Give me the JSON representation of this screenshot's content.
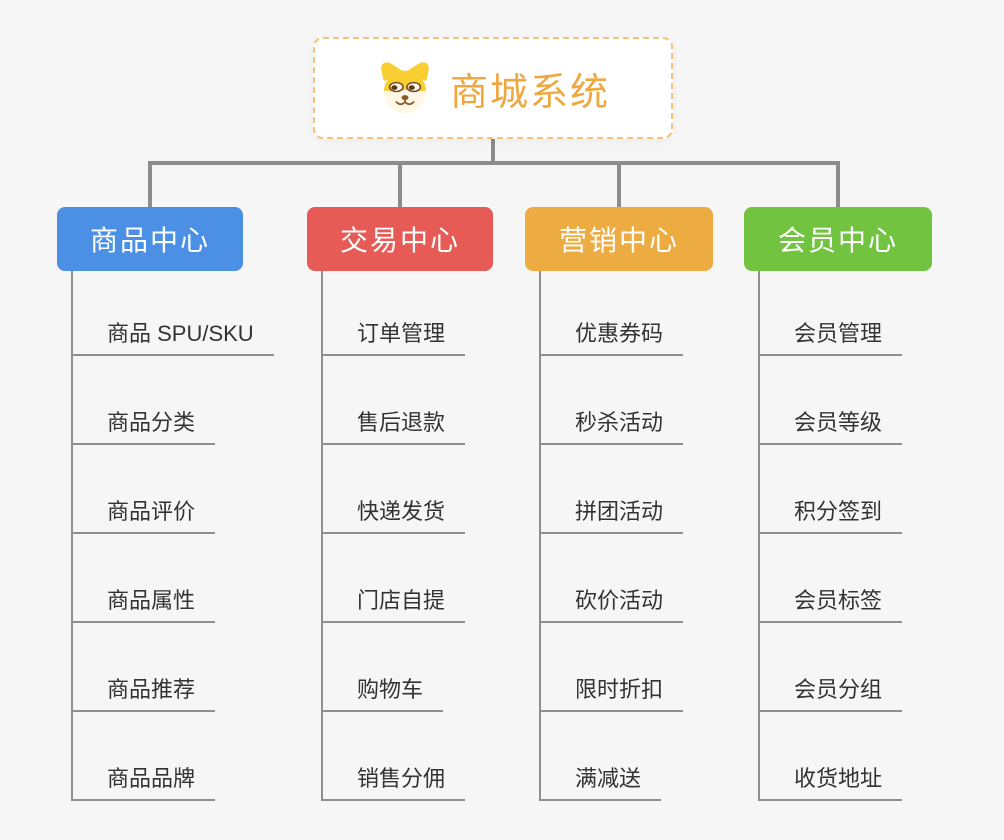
{
  "root": {
    "title": "商城系统",
    "icon": "doge-icon",
    "text_color": "#EFA73F",
    "border_color": "#F2C27E",
    "background": "#FFFFFF"
  },
  "branches": [
    {
      "key": "product-center",
      "label": "商品中心",
      "color": "#4B90E5",
      "items": [
        "商品 SPU/SKU",
        "商品分类",
        "商品评价",
        "商品属性",
        "商品推荐",
        "商品品牌"
      ]
    },
    {
      "key": "trade-center",
      "label": "交易中心",
      "color": "#E75B56",
      "items": [
        "订单管理",
        "售后退款",
        "快递发货",
        "门店自提",
        "购物车",
        "销售分佣"
      ]
    },
    {
      "key": "marketing-center",
      "label": "营销中心",
      "color": "#EDAC41",
      "items": [
        "优惠券码",
        "秒杀活动",
        "拼团活动",
        "砍价活动",
        "限时折扣",
        "满减送"
      ]
    },
    {
      "key": "member-center",
      "label": "会员中心",
      "color": "#72C440",
      "items": [
        "会员管理",
        "会员等级",
        "积分签到",
        "会员标签",
        "会员分组",
        "收货地址"
      ]
    }
  ],
  "colors": {
    "background": "#F6F6F6",
    "connector": "#8C8C8C",
    "trunk": "#8F8F8F",
    "underline": "#8F8F8F",
    "leaf_text": "#333333",
    "header_text": "#FFFFFF"
  }
}
